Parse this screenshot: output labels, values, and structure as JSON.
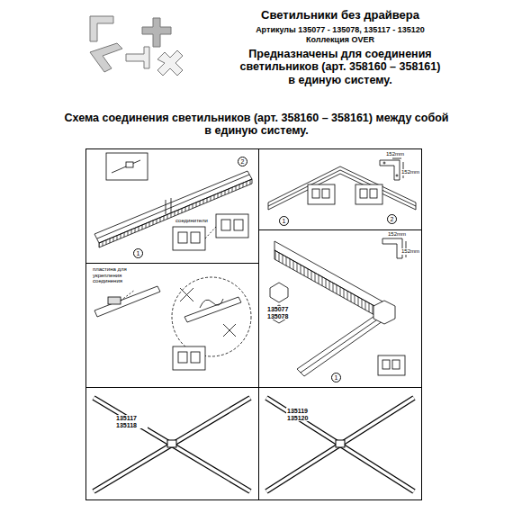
{
  "diagram": {
    "title": "Светильники без драйвера",
    "nodes": [
      {
        "text": [
          "1",
          "2",
          "соединители"
        ]
      },
      {
        "text": [
          "1",
          "2",
          "152mm",
          "152mm"
        ]
      },
      {
        "text": [
          "пластина для укрепления соединения"
        ]
      },
      {
        "text": [
          "135077 135078",
          "1",
          "152mm",
          "152mm"
        ]
      },
      {
        "text": [
          "135117 135118"
        ]
      },
      {
        "text": [
          "135119 135120"
        ]
      }
    ],
    "labels": [
      "Артикулы 135077 - 135078, 135117 - 135120",
      "Коллекция OVER",
      "Предназначены для соединения светильников (арт. 358160 – 358161) в единую систему.",
      "Схема соединения светильников (арт. 358160 – 358161) между собой в единую систему."
    ]
  }
}
